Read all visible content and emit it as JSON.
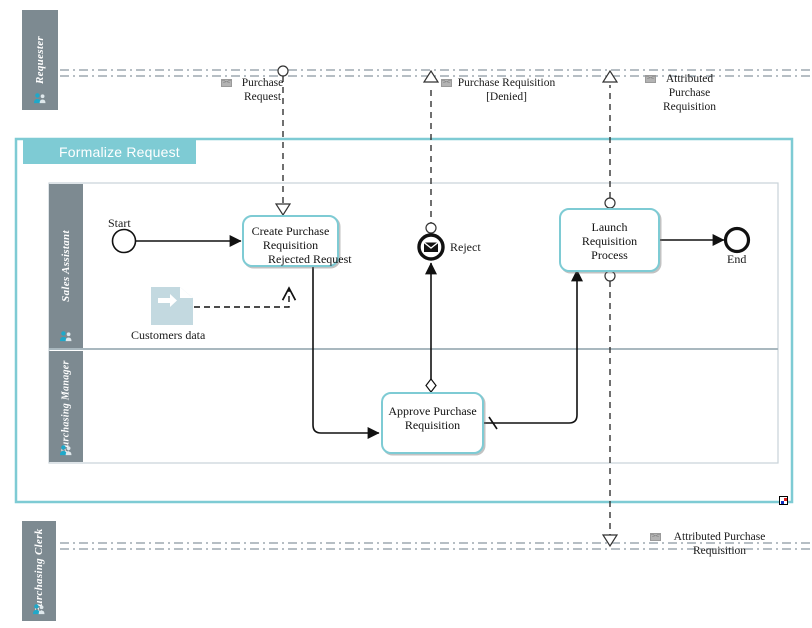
{
  "diagram": {
    "type": "bpmn-collaboration",
    "title": "Formalize Request"
  },
  "colors": {
    "pool_accent": "#7ecbd4",
    "lane_header": "#7d8a91",
    "task_border": "#7ecbd4",
    "data_object": "#c3d9e0",
    "flow": "#1a1a1a",
    "lane_divider": "#a9b8bf"
  },
  "pools": {
    "requester": {
      "label": "Requester",
      "icon": "role-icon"
    },
    "main": {
      "title": "Formalize Request",
      "lanes": [
        {
          "label": "Sales Assistant",
          "icon": "role-icon"
        },
        {
          "label": "Purchasing Manager",
          "icon": "role-icon"
        }
      ]
    },
    "clerk": {
      "label": "Purchasing Clerk",
      "icon": "role-icon"
    }
  },
  "events": {
    "start": {
      "label": "Start",
      "type": "start-event"
    },
    "end": {
      "label": "End",
      "type": "end-event"
    },
    "reject": {
      "label": "Reject",
      "type": "end-message-event"
    }
  },
  "tasks": [
    {
      "id": "create",
      "label": "Create Purchase\nRequisition\n        Rejected Request"
    },
    {
      "id": "approve",
      "label": "Approve Purchase\nRequisition"
    },
    {
      "id": "launch",
      "label": "Launch\nRequisition\nProcess"
    }
  ],
  "data_objects": [
    {
      "id": "customers",
      "label": "Customers data",
      "icon": "data-object-icon"
    }
  ],
  "message_flows": [
    {
      "id": "purchase-request",
      "label": "Purchase\nRequest",
      "icon": "envelope-icon",
      "direction": "down"
    },
    {
      "id": "purchase-requisition-denied",
      "label": "Purchase Requisition\n[Denied]",
      "icon": "envelope-icon",
      "direction": "up"
    },
    {
      "id": "attributed-purchase-requisition-top",
      "label": "Attributed\nPurchase\nRequisition",
      "icon": "envelope-icon",
      "direction": "up"
    },
    {
      "id": "attributed-purchase-requisition-bottom",
      "label": "Attributed Purchase\nRequisition",
      "icon": "envelope-icon",
      "direction": "down"
    }
  ],
  "canvas": {
    "resize_handle": "resize-handle"
  }
}
